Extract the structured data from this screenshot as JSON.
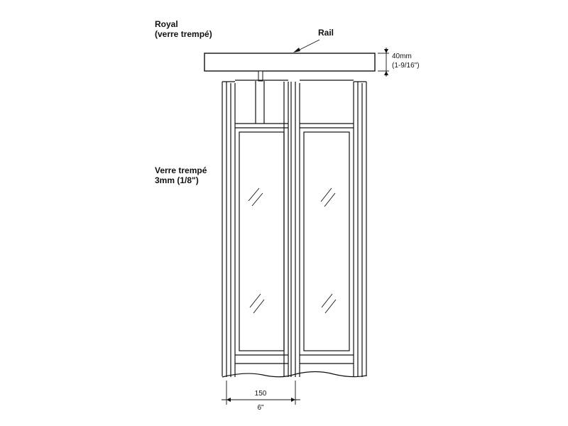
{
  "labels": {
    "product_line1": "Royal",
    "product_line2": "(verre trempé)",
    "rail": "Rail",
    "glass_line1": "Verre trempé",
    "glass_line2": "3mm (1/8\")"
  },
  "dimensions": {
    "rail_height_mm": "40mm",
    "rail_height_in": "(1-9/16\")",
    "panel_width_mm": "150",
    "panel_width_in": "6\""
  },
  "colors": {
    "line": "#111111",
    "rail_fill": "#ffffff"
  }
}
